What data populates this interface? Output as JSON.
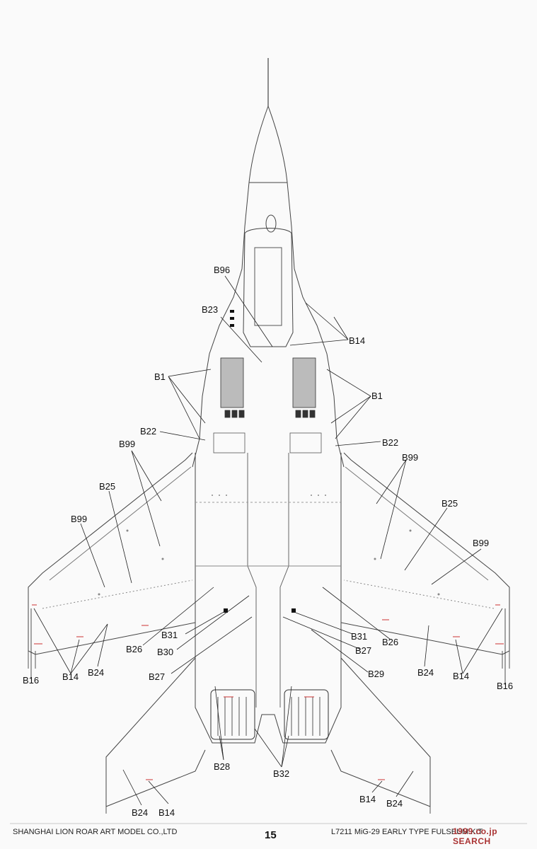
{
  "footer": {
    "company": "SHANGHAI LION ROAR ART MODEL CO.,LTD",
    "page_number": "15",
    "product": "L7211  MiG-29  EARLY TYPE FULSEUM KIT",
    "watermark": "1999.co.jp SEARCH"
  },
  "callouts": {
    "b96": "B96",
    "b23": "B23",
    "b14_top": "B14",
    "b1_left": "B1",
    "b1_right": "B1",
    "b22_left": "B22",
    "b22_right": "B22",
    "b99_left_upper": "B99",
    "b99_right_upper": "B99",
    "b25_left": "B25",
    "b25_right": "B25",
    "b99_left_lower": "B99",
    "b99_right_lower": "B99",
    "b31_left": "B31",
    "b31_right": "B31",
    "b26_left": "B26",
    "b26_right": "B26",
    "b30": "B30",
    "b27_left": "B27",
    "b27_right": "B27",
    "b29": "B29",
    "b16_left": "B16",
    "b16_right": "B16",
    "b14_left_wing": "B14",
    "b14_right_wing": "B14",
    "b24_left_wing": "B24",
    "b24_right_wing": "B24",
    "b28": "B28",
    "b32": "B32",
    "b24_left_tail": "B24",
    "b14_left_tail": "B14",
    "b14_right_tail": "B14",
    "b24_right_tail": "B24"
  }
}
